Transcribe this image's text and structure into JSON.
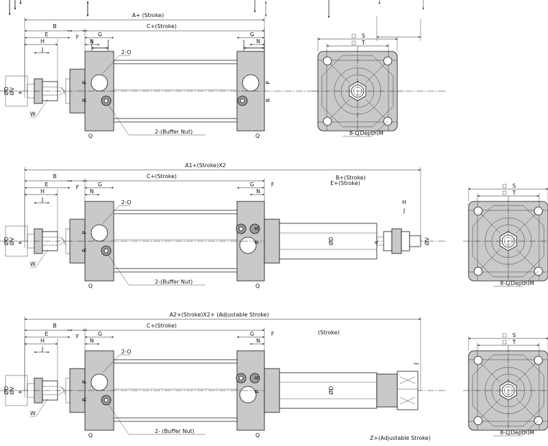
{
  "drawing1": {
    "title_a": "A+ (Stroke)",
    "c_stroke": "C+(Stroke)",
    "buffer_nut": "2-(Buffer Nut)",
    "port": "2-O",
    "depth": "8-L(Depth)M"
  },
  "drawing2": {
    "title_a1": "A1+(Stroke)X2",
    "c_stroke": "C+(Stroke)",
    "b_stroke": "B+(Stroke)",
    "e_stroke": "E+(Stroke)",
    "buffer_nut": "2-(Buffer Nut)",
    "port": "2-O",
    "depth": "8-L(Depth)M"
  },
  "drawing3": {
    "title_a2": "A2+(Stroke)X2+ (Adjustable Stroke)",
    "c_stroke": "C+(Stroke)",
    "stroke": "(Stroke)",
    "buffer_nut": "2- (Buffer Nut)",
    "port": "2-O",
    "z_adjust": "Z+(Adjustable Stroke)",
    "depth": "8-L(Depth)M"
  },
  "letters": {
    "B": "B",
    "E": "E",
    "F": "F",
    "G": "G",
    "H": "H",
    "J": "J",
    "K": "K",
    "N": "N",
    "P": "P",
    "Q": "Q",
    "R": "R",
    "S": "S",
    "T": "T",
    "W": "W",
    "D": "ØD",
    "V": "ØV",
    "phiD": "ØD"
  }
}
